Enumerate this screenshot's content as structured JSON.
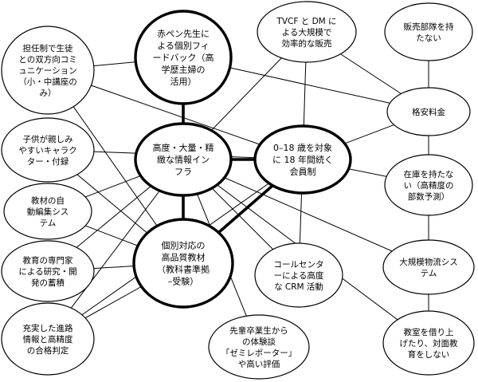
{
  "nodes": [
    {
      "id": "akapen",
      "core": true,
      "lines": [
        "赤ペン先生に",
        "よる個別フィ",
        "ードバック（高",
        "学歴主婦の",
        "活用）"
      ]
    },
    {
      "id": "info_infra",
      "core": true,
      "lines": [
        "高度・大量・精",
        "緻な情報イン",
        "フラ"
      ]
    },
    {
      "id": "membership",
      "core": true,
      "lines": [
        "0–18 歳を対象",
        "に 18 年間続く",
        "会員制"
      ]
    },
    {
      "id": "materials",
      "core": true,
      "lines": [
        "個別対応の",
        "高品質教材",
        "（教科書準拠",
        "–受験）"
      ]
    },
    {
      "id": "tutor",
      "core": false,
      "lines": [
        "担任制で生徒",
        "との双方向コミ",
        "ュニケーション",
        "（小・中講座の",
        "み）"
      ]
    },
    {
      "id": "character",
      "core": false,
      "lines": [
        "子供が親しみ",
        "やすいキャラク",
        "ター・付録"
      ]
    },
    {
      "id": "auto_edit",
      "core": false,
      "lines": [
        "教材の自",
        "動編集シス",
        "テム"
      ]
    },
    {
      "id": "experts",
      "core": false,
      "lines": [
        "教育の専門家",
        "による研究・開",
        "発の蓄積"
      ]
    },
    {
      "id": "exam_info",
      "core": false,
      "lines": [
        "充実した進路",
        "情報と高精度",
        "の合格判定"
      ]
    },
    {
      "id": "tvcf",
      "core": false,
      "lines": [
        "TVCF と DM に",
        "よる大規模で",
        "効率的な販売"
      ]
    },
    {
      "id": "no_sales",
      "core": false,
      "lines": [
        "販売部隊を持",
        "たない"
      ]
    },
    {
      "id": "price",
      "core": false,
      "lines": [
        "格安料金"
      ]
    },
    {
      "id": "no_stock",
      "core": false,
      "lines": [
        "在庫を持たな",
        "い（高精度の",
        "部数予測）"
      ]
    },
    {
      "id": "logistics",
      "core": false,
      "lines": [
        "大規模物流シス",
        "テム"
      ]
    },
    {
      "id": "no_class",
      "core": false,
      "lines": [
        "教室を借り上",
        "げたり、対面教",
        "育をしない"
      ]
    },
    {
      "id": "callcenter",
      "core": false,
      "lines": [
        "コールセンタ",
        "ーによる高度",
        "な CRM 活動"
      ]
    },
    {
      "id": "seniors",
      "core": false,
      "lines": [
        "先輩卒業生から",
        "の体験談",
        "「ゼミレポーター」",
        "や高い評価"
      ]
    }
  ],
  "edges": [
    {
      "from": "akapen",
      "to": "info_infra",
      "weight": "thick"
    },
    {
      "from": "info_infra",
      "to": "materials",
      "weight": "thick"
    },
    {
      "from": "info_infra",
      "to": "membership",
      "weight": "thick"
    },
    {
      "from": "membership",
      "to": "materials",
      "weight": "thick"
    },
    {
      "from": "akapen",
      "to": "price",
      "weight": "thin"
    },
    {
      "from": "tutor",
      "to": "akapen",
      "weight": "thin"
    },
    {
      "from": "tutor",
      "to": "membership",
      "weight": "thin"
    },
    {
      "from": "tutor",
      "to": "materials",
      "weight": "thin"
    },
    {
      "from": "character",
      "to": "membership",
      "weight": "thin"
    },
    {
      "from": "character",
      "to": "materials",
      "weight": "thin"
    },
    {
      "from": "auto_edit",
      "to": "info_infra",
      "weight": "thin"
    },
    {
      "from": "auto_edit",
      "to": "materials",
      "weight": "thin"
    },
    {
      "from": "experts",
      "to": "materials",
      "weight": "thin"
    },
    {
      "from": "experts",
      "to": "info_infra",
      "weight": "thin"
    },
    {
      "from": "exam_info",
      "to": "info_infra",
      "weight": "thin"
    },
    {
      "from": "exam_info",
      "to": "membership",
      "weight": "thin"
    },
    {
      "from": "exam_info",
      "to": "materials",
      "weight": "thin"
    },
    {
      "from": "info_infra",
      "to": "tvcf",
      "weight": "thin"
    },
    {
      "from": "membership",
      "to": "tvcf",
      "weight": "thin"
    },
    {
      "from": "tvcf",
      "to": "price",
      "weight": "thin"
    },
    {
      "from": "no_sales",
      "to": "price",
      "weight": "thin"
    },
    {
      "from": "membership",
      "to": "price",
      "weight": "thin"
    },
    {
      "from": "membership",
      "to": "no_stock",
      "weight": "thin"
    },
    {
      "from": "price",
      "to": "no_stock",
      "weight": "thin"
    },
    {
      "from": "no_stock",
      "to": "logistics",
      "weight": "thin"
    },
    {
      "from": "logistics",
      "to": "no_class",
      "weight": "thin"
    },
    {
      "from": "info_infra",
      "to": "logistics",
      "weight": "thin"
    },
    {
      "from": "info_infra",
      "to": "callcenter",
      "weight": "thin"
    },
    {
      "from": "membership",
      "to": "callcenter",
      "weight": "thin"
    },
    {
      "from": "info_infra",
      "to": "seniors",
      "weight": "thin"
    },
    {
      "from": "info_infra",
      "to": "no_class",
      "weight": "thin"
    }
  ]
}
